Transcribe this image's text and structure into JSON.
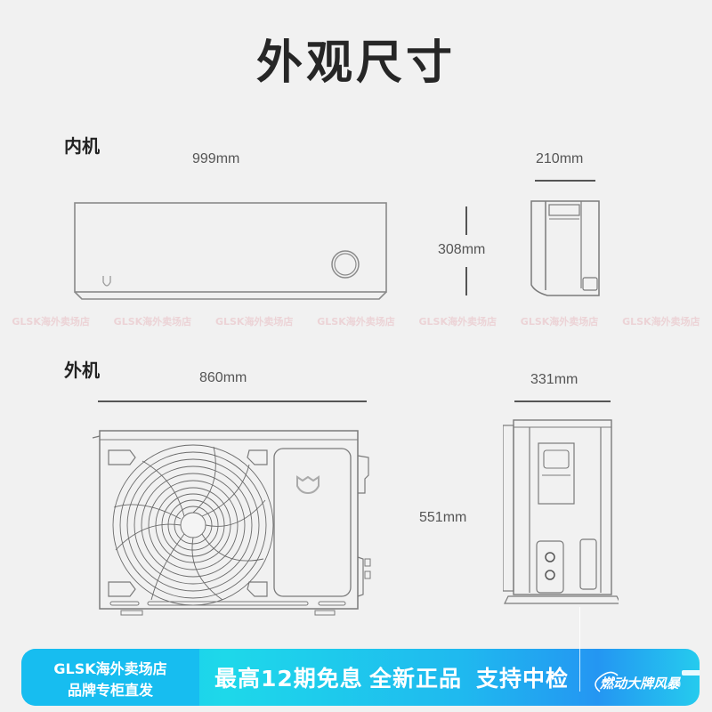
{
  "page": {
    "title": "外观尺寸"
  },
  "indoor_unit": {
    "label": "内机",
    "width": "999mm",
    "height": "308mm",
    "depth": "210mm"
  },
  "outdoor_unit": {
    "label": "外机",
    "width": "860mm",
    "height": "551mm",
    "depth": "331mm"
  },
  "watermark": {
    "items": [
      "GLSK海外卖场店",
      "GLSK海外卖场店",
      "GLSK海外卖场店",
      "GLSK海外卖场店",
      "GLSK海外卖场店",
      "GLSK海外卖场店",
      "GLSK海外卖场店"
    ]
  },
  "banner": {
    "store_name": "GLSK海外卖场店",
    "store_subtitle": "品牌专柜直发",
    "slogans": [
      "最高12期免息",
      "全新正品",
      "支持中检"
    ],
    "promo": "燃动大牌风暴",
    "colors": {
      "left": "#17bdf0",
      "mid": "#1ed8ea",
      "right": "#2496f2"
    }
  },
  "colors": {
    "background": "#f1f1f1",
    "line_art": "#7a7a7a",
    "text_dark": "#262626",
    "watermark": "#ecd3d6"
  }
}
